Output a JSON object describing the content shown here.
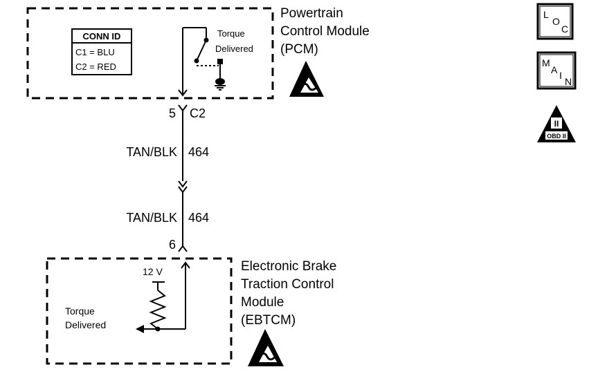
{
  "pcm": {
    "title_line1": "Powertrain",
    "title_line2": "Control Module",
    "title_line3": "(PCM)",
    "conn_id_header": "CONN ID",
    "conn_c1": "C1 = BLU",
    "conn_c2": "C2 = RED",
    "switch_label_line1": "Torque",
    "switch_label_line2": "Delivered"
  },
  "connector_top": {
    "pin": "5",
    "connector": "C2"
  },
  "wire": {
    "upper_color": "TAN/BLK",
    "upper_circuit": "464",
    "lower_color": "TAN/BLK",
    "lower_circuit": "464"
  },
  "connector_bottom": {
    "pin": "6"
  },
  "ebtcm": {
    "title_line1": "Electronic Brake",
    "title_line2": "Traction Control",
    "title_line3": "Module",
    "title_line4": "(EBTCM)",
    "supply_voltage": "12 V",
    "signal_label_line1": "Torque",
    "signal_label_line2": "Delivered"
  },
  "icons": {
    "loc_letters": [
      "L",
      "O",
      "C"
    ],
    "main_letters": [
      "M",
      "A",
      "I",
      "N"
    ],
    "obd_roman": "II",
    "obd_text": "OBD II"
  }
}
